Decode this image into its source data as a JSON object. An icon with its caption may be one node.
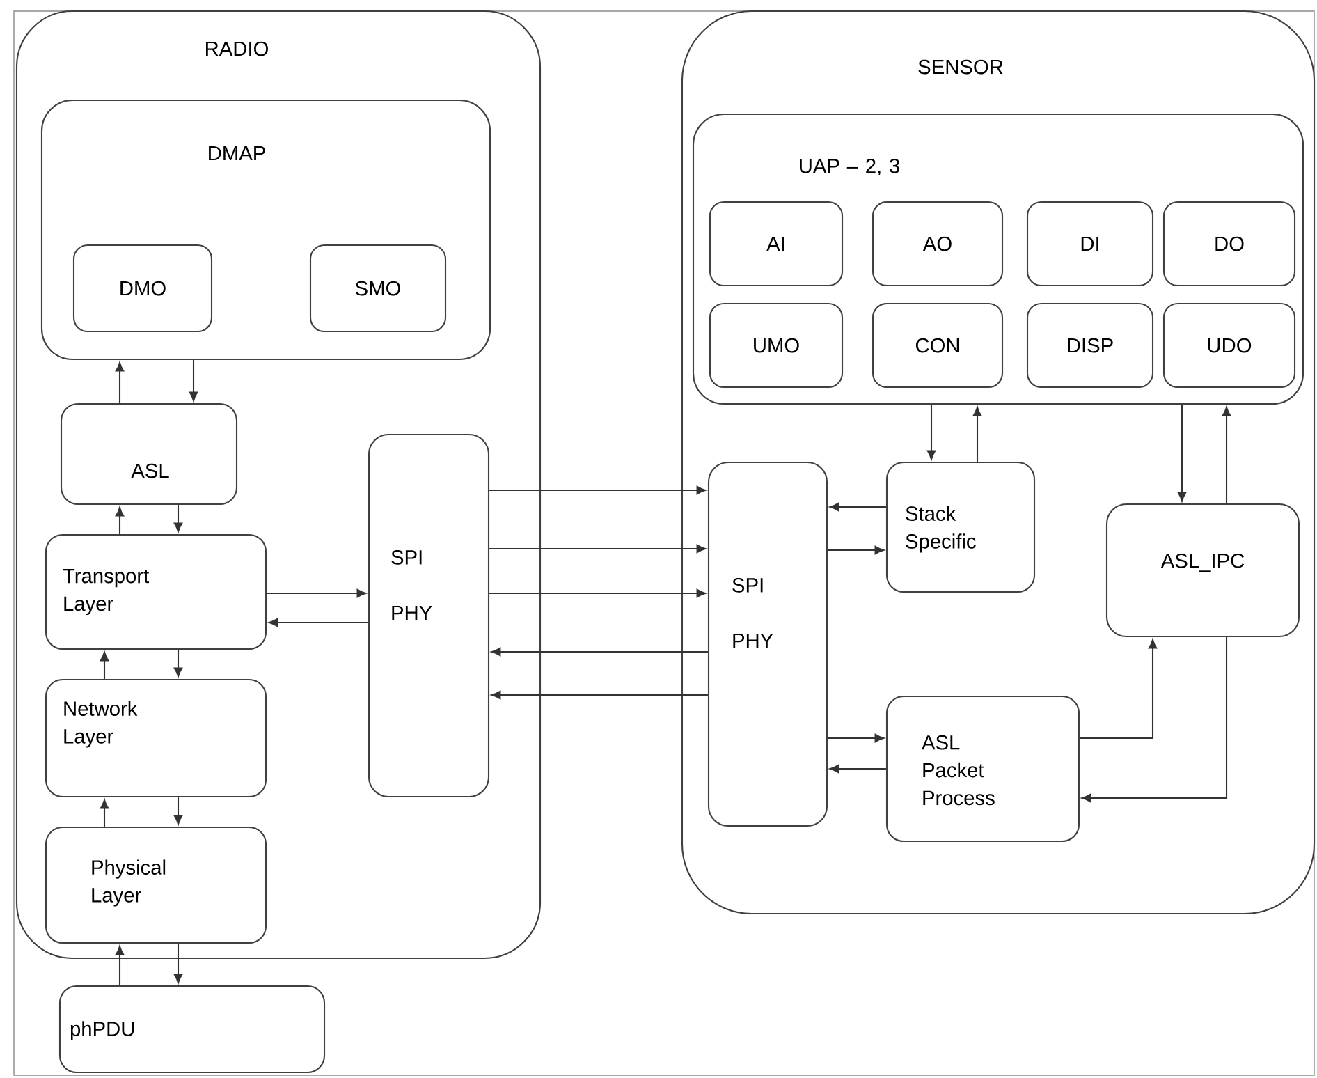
{
  "diagram": {
    "nodes": [
      {
        "text": [
          "RADIO"
        ]
      },
      {
        "text": [
          "DMAP"
        ],
        "in": 0
      },
      {
        "text": [
          "DMO"
        ],
        "in": 1
      },
      {
        "text": [
          "SMO"
        ],
        "in": 1
      },
      {
        "text": [
          "ASL"
        ],
        "in": 0
      },
      {
        "text": [
          "Transport Layer"
        ],
        "in": 0
      },
      {
        "text": [
          "Network Layer"
        ],
        "in": 0
      },
      {
        "text": [
          "Physical Layer"
        ],
        "in": 0
      },
      {
        "text": [
          "SPI PHY"
        ],
        "in": 0
      },
      {
        "text": [
          "phPDU"
        ]
      },
      {
        "text": [
          "SENSOR"
        ]
      },
      {
        "text": [
          "UAP – 2, 3"
        ],
        "in": 10
      },
      {
        "text": [
          "AI"
        ],
        "in": 11
      },
      {
        "text": [
          "AO"
        ],
        "in": 11
      },
      {
        "text": [
          "DI"
        ],
        "in": 11
      },
      {
        "text": [
          "DO"
        ],
        "in": 11
      },
      {
        "text": [
          "UMO"
        ],
        "in": 11
      },
      {
        "text": [
          "CON"
        ],
        "in": 11
      },
      {
        "text": [
          "DISP"
        ],
        "in": 11
      },
      {
        "text": [
          "UDO"
        ],
        "in": 11
      },
      {
        "text": [
          "SPI PHY"
        ],
        "in": 10
      },
      {
        "text": [
          "Stack Specific"
        ],
        "in": 10
      },
      {
        "text": [
          "ASL_IPC"
        ],
        "in": 10
      },
      {
        "text": [
          "ASL Packet Process"
        ],
        "in": 10
      }
    ],
    "edges": [
      {
        "from": 4,
        "to": 1,
        "arrow": "to"
      },
      {
        "from": 1,
        "to": 4,
        "arrow": "to"
      },
      {
        "from": 5,
        "to": 4,
        "arrow": "to"
      },
      {
        "from": 4,
        "to": 5,
        "arrow": "to"
      },
      {
        "from": 6,
        "to": 5,
        "arrow": "to"
      },
      {
        "from": 5,
        "to": 6,
        "arrow": "to"
      },
      {
        "from": 7,
        "to": 6,
        "arrow": "to"
      },
      {
        "from": 6,
        "to": 7,
        "arrow": "to"
      },
      {
        "from": 9,
        "to": 7,
        "arrow": "to"
      },
      {
        "from": 7,
        "to": 9,
        "arrow": "to"
      },
      {
        "from": 5,
        "to": 8,
        "arrow": "to"
      },
      {
        "from": 8,
        "to": 5,
        "arrow": "to"
      },
      {
        "from": 8,
        "to": 20,
        "arrow": "to"
      },
      {
        "from": 8,
        "to": 20,
        "arrow": "to"
      },
      {
        "from": 8,
        "to": 20,
        "arrow": "to"
      },
      {
        "from": 20,
        "to": 8,
        "arrow": "to"
      },
      {
        "from": 20,
        "to": 8,
        "arrow": "to"
      },
      {
        "from": 11,
        "to": 21,
        "arrow": "to"
      },
      {
        "from": 21,
        "to": 11,
        "arrow": "to"
      },
      {
        "from": 21,
        "to": 20,
        "arrow": "to"
      },
      {
        "from": 20,
        "to": 21,
        "arrow": "to"
      },
      {
        "from": 11,
        "to": 22,
        "arrow": "to"
      },
      {
        "from": 22,
        "to": 11,
        "arrow": "to"
      },
      {
        "from": 20,
        "to": 23,
        "arrow": "to"
      },
      {
        "from": 23,
        "to": 20,
        "arrow": "to"
      },
      {
        "from": 23,
        "to": 22,
        "arrow": "to"
      },
      {
        "from": 22,
        "to": 23,
        "arrow": "to"
      }
    ]
  }
}
